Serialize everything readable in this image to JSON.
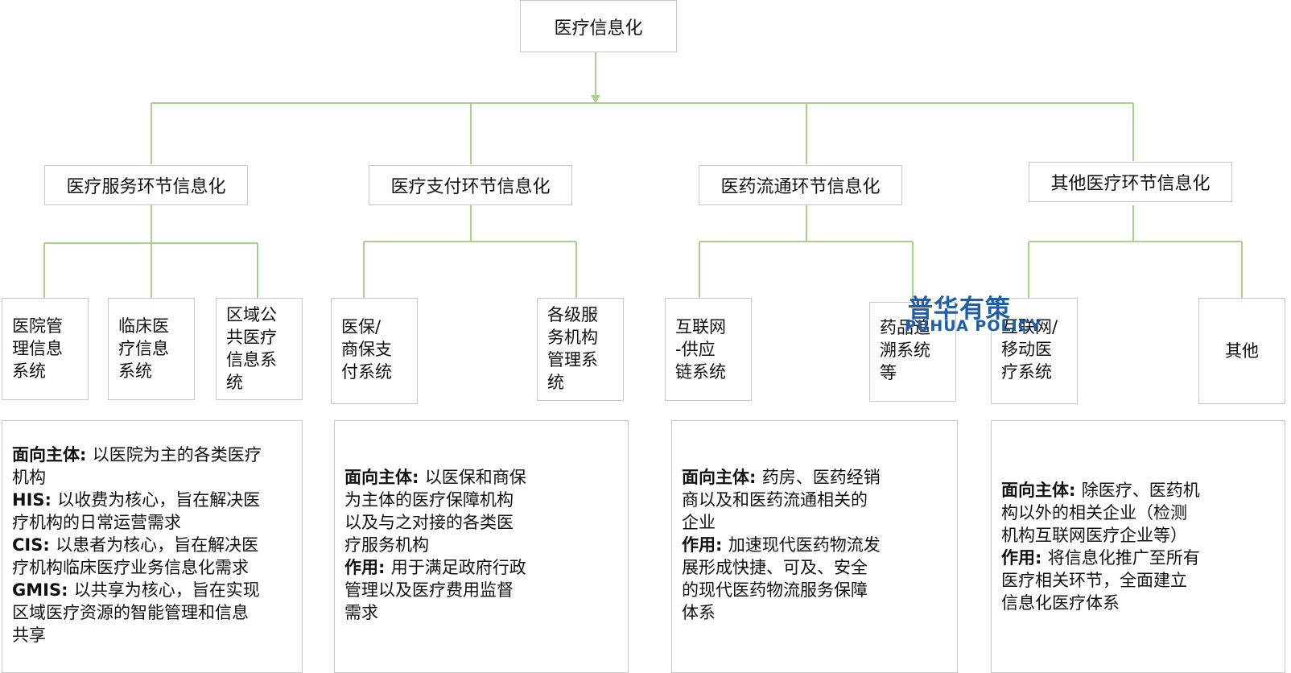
{
  "root": {
    "label": "医疗信息化"
  },
  "branches": [
    {
      "label": "医疗服务环节信息化"
    },
    {
      "label": "医疗支付环节信息化"
    },
    {
      "label": "医药流通环节信息化"
    },
    {
      "label": "其他医疗环节信息化"
    }
  ],
  "systems": [
    {
      "lines": [
        "医院管",
        "理信息",
        "系统"
      ]
    },
    {
      "lines": [
        "临床医",
        "疗信息",
        "系统"
      ]
    },
    {
      "lines": [
        "区域公",
        "共医疗",
        "信息系",
        "统"
      ]
    },
    {
      "lines": [
        "医保/",
        "商保支",
        "付系统"
      ]
    },
    {
      "lines": [
        "各级服",
        "务机构",
        "管理系",
        "统"
      ]
    },
    {
      "lines": [
        "互联网",
        "-供应",
        "链系统"
      ]
    },
    {
      "lines": [
        "药品追",
        "溯系统",
        "等"
      ]
    },
    {
      "lines": [
        "互联网/",
        "移动医",
        "疗系统"
      ]
    },
    {
      "lines": [
        "其他"
      ]
    }
  ],
  "descriptions": [
    {
      "paragraphs": [
        {
          "key": "面向主体",
          "sep": ": ",
          "lines": [
            "以医院为主的各类医疗",
            "机构"
          ]
        },
        {
          "key": "HIS",
          "sep": ": ",
          "lines": [
            "以收费为核心，旨在解决医",
            "疗机构的日常运营需求"
          ]
        },
        {
          "key": "CIS",
          "sep": ": ",
          "lines": [
            "以患者为核心，旨在解决医",
            "疗机构临床医疗业务信息化需求"
          ]
        },
        {
          "key": "GMIS",
          "sep": ": ",
          "lines": [
            "以共享为核心，旨在实现",
            "区域医疗资源的智能管理和信息",
            "共享"
          ]
        }
      ]
    },
    {
      "paragraphs": [
        {
          "key": "面向主体",
          "sep": ": ",
          "lines": [
            "以医保和商保",
            "为主体的医疗保障机构",
            "以及与之对接的各类医",
            "疗服务机构"
          ]
        },
        {
          "key": "作用",
          "sep": ": ",
          "lines": [
            "用于满足政府行政",
            "管理以及医疗费用监督",
            "需求"
          ]
        }
      ]
    },
    {
      "paragraphs": [
        {
          "key": "面向主体",
          "sep": ": ",
          "lines": [
            "药房、医药经销",
            "商以及和医药流通相关的",
            "企业"
          ]
        },
        {
          "key": "作用",
          "sep": ": ",
          "lines": [
            "加速现代医药物流发",
            "展形成快捷、可及、安全",
            "的现代医药物流服务保障",
            "体系"
          ]
        }
      ]
    },
    {
      "paragraphs": [
        {
          "key": "面向主体",
          "sep": ": ",
          "lines": [
            "除医疗、医药机",
            "构以外的相关企业（检测",
            "机构互联网医疗企业等）"
          ]
        },
        {
          "key": "作用",
          "sep": ": ",
          "lines": [
            "将信息化推广至所有",
            "医疗相关环节，全面建立",
            "信息化医疗体系"
          ]
        }
      ]
    }
  ],
  "watermark": {
    "cn": "普华有策",
    "en": "PUHUA POLICY"
  },
  "colors": {
    "connector": "#a9d18e",
    "border": "#c8c8c8",
    "logo": "#1f5fa8"
  }
}
